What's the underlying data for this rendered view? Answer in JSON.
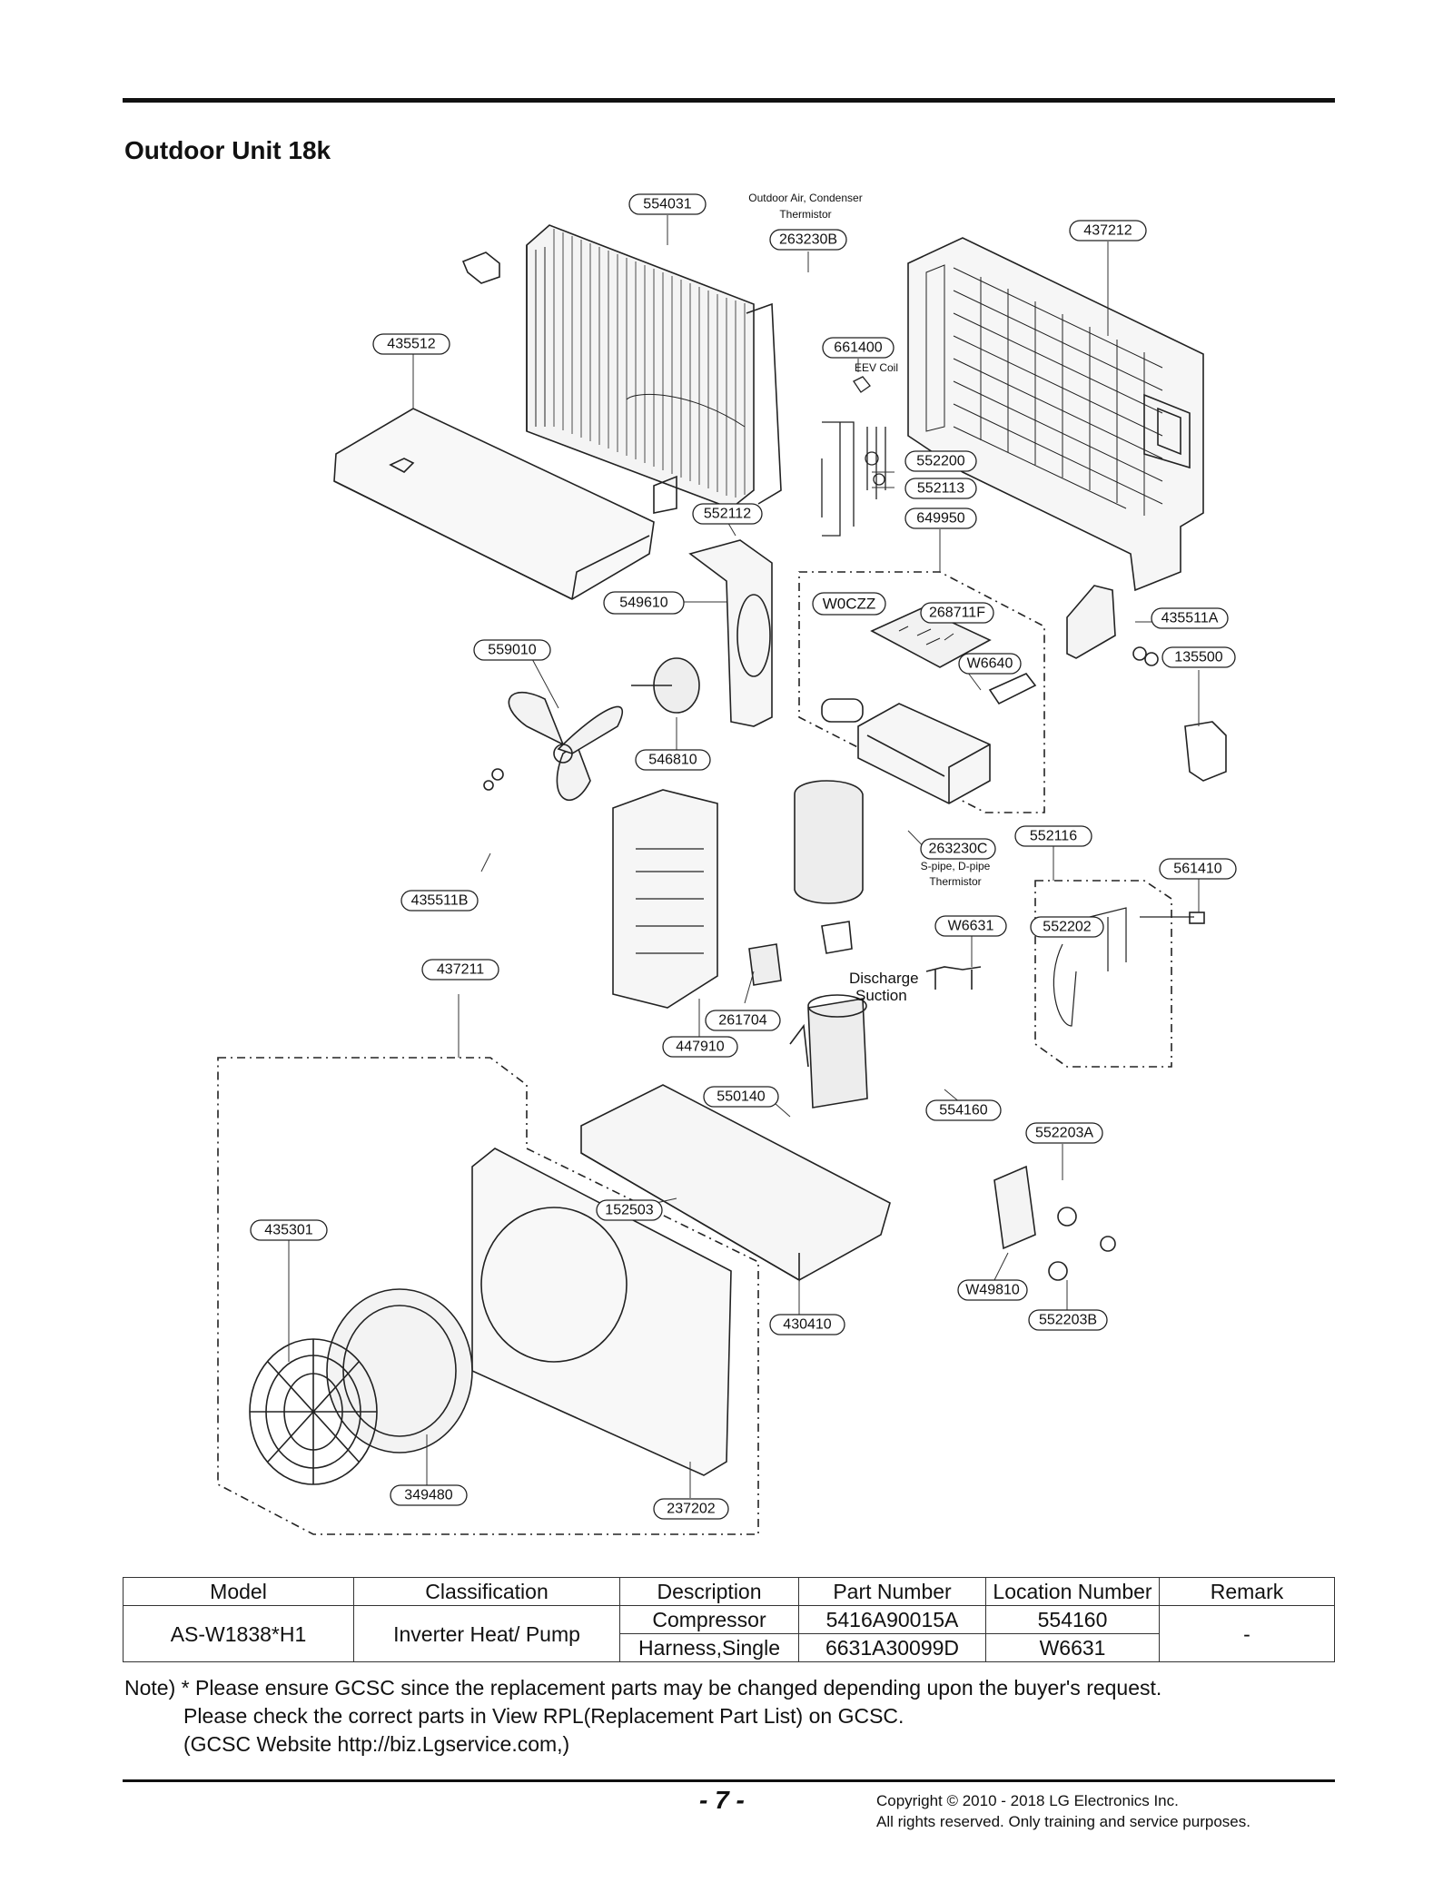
{
  "page": {
    "title": "Outdoor Unit 18k",
    "page_number": "- 7 -",
    "copyright_line1": "Copyright © 2010 - 2018 LG Electronics Inc.",
    "copyright_line2": "All rights reserved. Only training and service purposes."
  },
  "diagram": {
    "labels": {
      "p554031": "554031",
      "p263230B": "263230B",
      "p437212": "437212",
      "p435512": "435512",
      "p661400": "661400",
      "p552200": "552200",
      "p552113": "552113",
      "p552112": "552112",
      "p649950": "649950",
      "p549610": "549610",
      "pW0CZZ": "W0CZZ",
      "p268711F": "268711F",
      "p435511A": "435511A",
      "p559010": "559010",
      "pW6640": "W6640",
      "p135500": "135500",
      "p546810": "546810",
      "p263230C": "263230C",
      "p552116": "552116",
      "p561410": "561410",
      "p435511B": "435511B",
      "pW6631": "W6631",
      "p552202": "552202",
      "p437211": "437211",
      "p261704": "261704",
      "p447910": "447910",
      "p550140": "550140",
      "p554160": "554160",
      "p552203A": "552203A",
      "p152503": "152503",
      "p435301": "435301",
      "pW49810": "W49810",
      "p430410": "430410",
      "p552203B": "552203B",
      "p349480": "349480",
      "p237202": "237202"
    },
    "notes": {
      "outdoor_air_1": "Outdoor Air, Condenser",
      "outdoor_air_2": "Thermistor",
      "eev_coil": "EEV Coil",
      "spipe_1": "S-pipe, D-pipe",
      "spipe_2": "Thermistor",
      "discharge": "Discharge",
      "suction": "Suction"
    }
  },
  "table": {
    "headers": [
      "Model",
      "Classification",
      "Description",
      "Part Number",
      "Location Number",
      "Remark"
    ],
    "model": "AS-W1838*H1",
    "classification": "Inverter Heat/ Pump",
    "rows": [
      {
        "description": "Compressor",
        "part_number": "5416A90015A",
        "location": "554160"
      },
      {
        "description": "Harness,Single",
        "part_number": "6631A30099D",
        "location": "W6631"
      }
    ],
    "remark": "-"
  },
  "notes": {
    "line1": "Note) * Please ensure GCSC since the replacement parts may be changed depending upon the buyer's request.",
    "line2": "Please check  the correct parts in View RPL(Replacement Part List) on GCSC.",
    "line3": "(GCSC Website  http://biz.Lgservice.com,)"
  }
}
